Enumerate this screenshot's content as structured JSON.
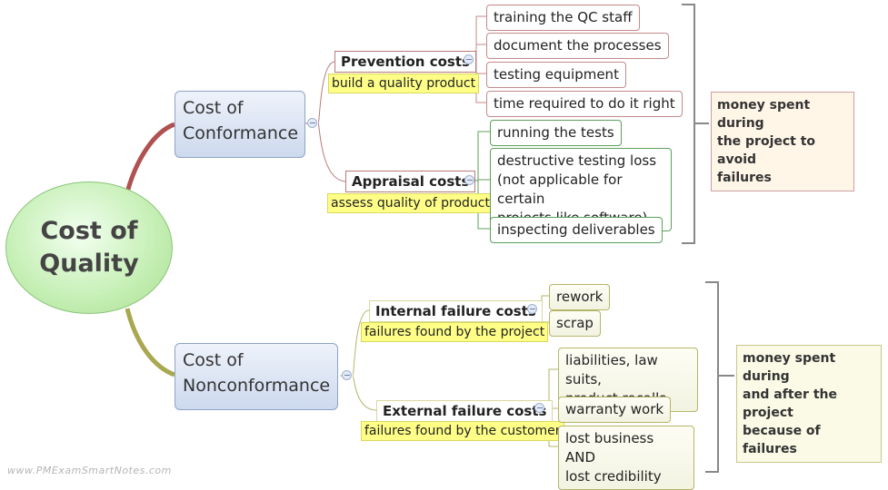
{
  "root": {
    "line1": "Cost of",
    "line2": "Quality"
  },
  "conformance": {
    "line1": "Cost of",
    "line2": "Conformance",
    "prevention": {
      "label": "Prevention costs",
      "note": "build a quality product",
      "items": [
        "training the QC staff",
        "document the processes",
        "testing equipment",
        "time required to do it right"
      ]
    },
    "appraisal": {
      "label": "Appraisal costs",
      "note": "assess quality of product",
      "items": [
        "running the tests",
        "destructive testing loss",
        "(not applicable for certain",
        "projects like software)",
        "inspecting deliverables"
      ]
    },
    "summary": [
      "money spent during",
      "the project to avoid",
      "failures"
    ]
  },
  "nonconformance": {
    "line1": "Cost of",
    "line2": "Nonconformance",
    "internal": {
      "label": "Internal failure costs",
      "note": "failures found by the project",
      "items": [
        "rework",
        "scrap"
      ]
    },
    "external": {
      "label": "External failure costs",
      "note": "failures found by the customer",
      "items": [
        "liabilities, law suits,",
        "product recalls",
        "warranty work",
        "lost business AND",
        "lost credibility"
      ]
    },
    "summary": [
      "money spent during",
      "and after the project",
      "because of failures"
    ]
  },
  "watermark": "www.PMExamSmartNotes.com",
  "colors": {
    "conformance_link": "#b05050",
    "nonconformance_link": "#a8a850",
    "red_leaf": "#c48a8a",
    "green_leaf": "#5aa05a"
  }
}
